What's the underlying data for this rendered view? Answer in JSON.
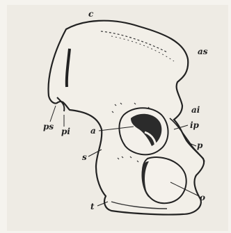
{
  "figure": {
    "labels": {
      "c": "c",
      "as": "as",
      "ai": "ai",
      "ps": "ps",
      "pi": "pi",
      "a": "a",
      "ip": "ip",
      "p": "p",
      "s": "s",
      "t": "t",
      "o": "o"
    }
  },
  "colors": {
    "ink": "#222222",
    "paper": "#eeebe4",
    "shade": "#2b2b2b"
  }
}
